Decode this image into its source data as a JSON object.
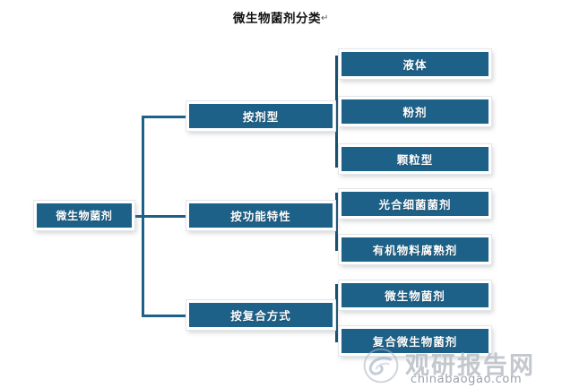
{
  "title": {
    "text": "微生物菌剂分类",
    "mark": "↵"
  },
  "colors": {
    "node_fill": "#1d6189",
    "node_border": "#ffffff",
    "connector": "#1d6189",
    "connector_dark": "#17506f",
    "background": "#ffffff",
    "text": "#ffffff"
  },
  "root": {
    "label": "微生物菌剂"
  },
  "branches": [
    {
      "label": "按剂型",
      "children": [
        {
          "label": "液体"
        },
        {
          "label": "粉剂"
        },
        {
          "label": "颗粒型"
        }
      ]
    },
    {
      "label": "按功能特性",
      "children": [
        {
          "label": "光合细菌菌剂"
        },
        {
          "label": "有机物料腐熟剂"
        }
      ]
    },
    {
      "label": "按复合方式",
      "children": [
        {
          "label": "微生物菌剂"
        },
        {
          "label": "复合微生物菌剂"
        }
      ]
    }
  ],
  "watermark": {
    "brand": "观研报告网",
    "url": "chinabaogao.com"
  }
}
